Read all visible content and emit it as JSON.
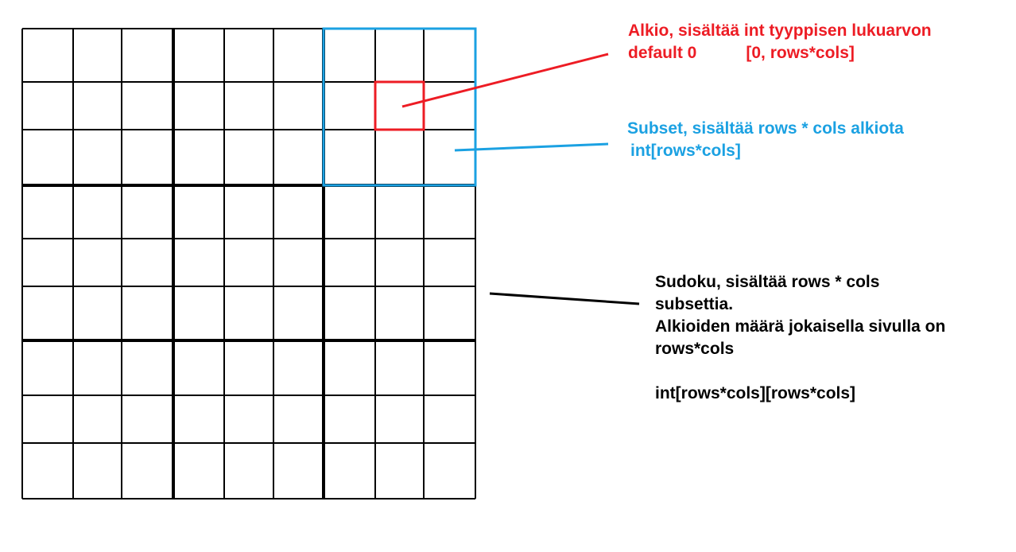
{
  "colors": {
    "grid": "#000000",
    "alkio": "#ed1c24",
    "subset": "#1ba1e2",
    "sudoku_text": "#000000"
  },
  "alkio": {
    "line1": "Alkio, sisältää int tyyppisen lukuarvon",
    "line2a": "default 0",
    "line2b": "[0, rows*cols]"
  },
  "subset": {
    "line1": "Subset, sisältää rows * cols alkiota",
    "line2": "int[rows*cols]"
  },
  "sudoku": {
    "line1": "Sudoku, sisältää rows * cols",
    "line2": "subsettia.",
    "line3": "Alkioiden määrä jokaisella sivulla on",
    "line4": "rows*cols",
    "line5": "int[rows*cols][rows*cols]"
  }
}
